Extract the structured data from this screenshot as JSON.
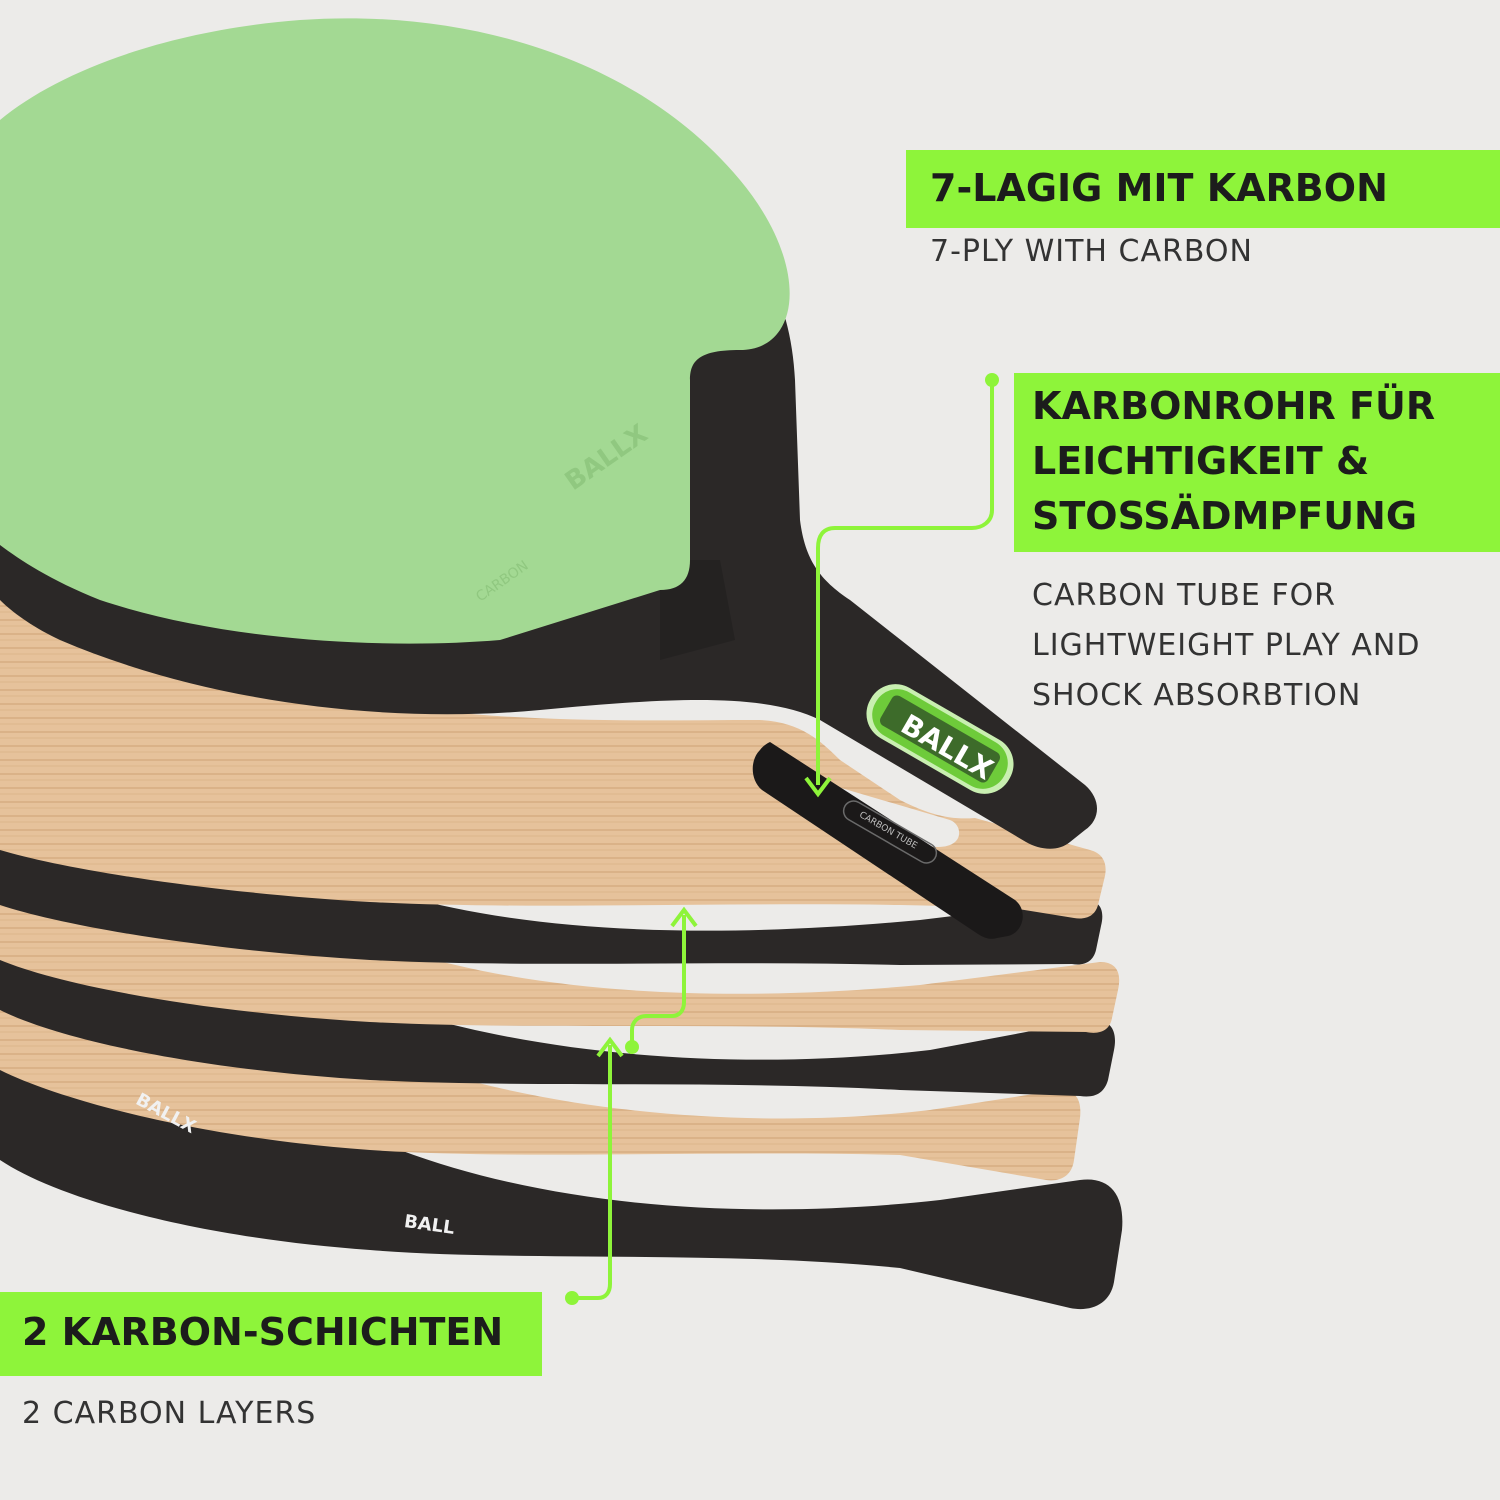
{
  "callouts": {
    "top": {
      "title": "7-LAGIG MIT KARBON",
      "subtitle": "7-PLY WITH CARBON"
    },
    "middle": {
      "title_lines": [
        "KARBONROHR FÜR",
        "LEICHTIGKEIT &",
        "STOSSÄDMPFUNG"
      ],
      "subtitle_lines": [
        "CARBON TUBE FOR",
        "LIGHTWEIGHT PLAY AND",
        "SHOCK ABSORBTION"
      ]
    },
    "bottom": {
      "title": "2 KARBON-SCHICHTEN",
      "subtitle": "2 CARBON LAYERS"
    }
  },
  "paddle": {
    "brand": "BALLX",
    "brand_short": "BALL",
    "rubber_text": "CARBON",
    "tube_label": "CARBON TUBE"
  },
  "colors": {
    "background": "#ecebe9",
    "accent_green": "#8ef43a",
    "rubber_green": "#a3d993",
    "carbon_dark": "#2b2827",
    "wood": "#e6c29b"
  }
}
